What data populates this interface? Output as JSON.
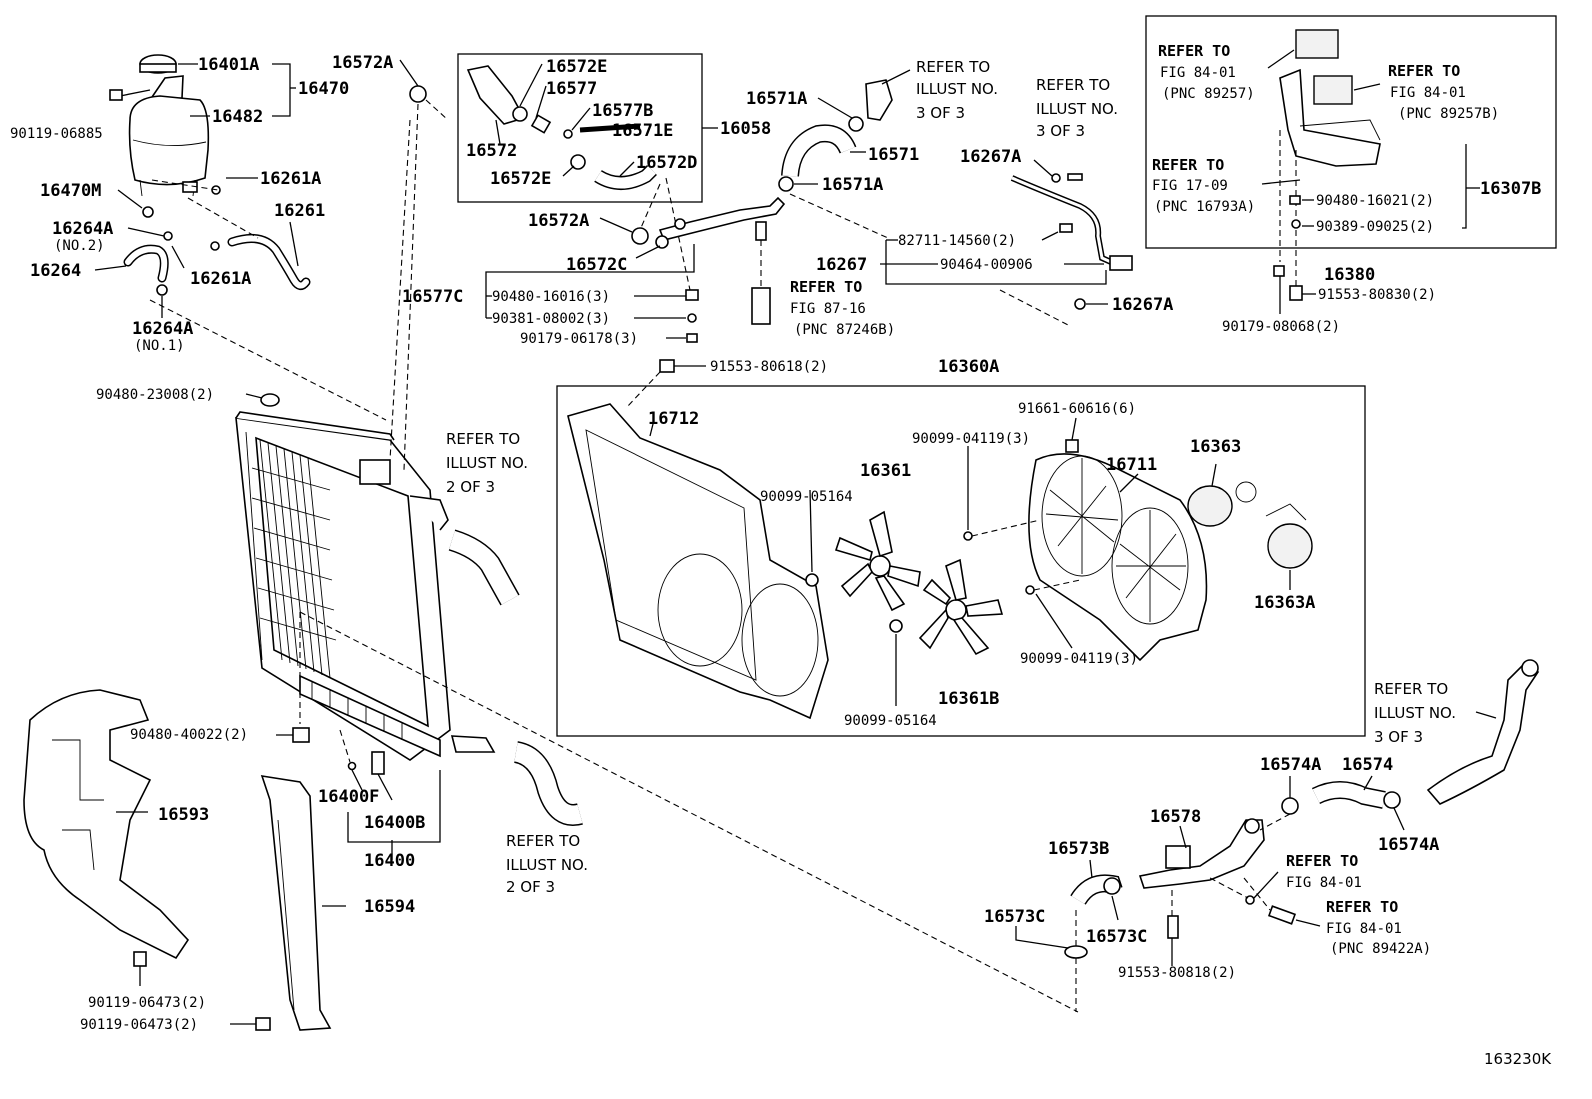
{
  "diagram_id": "163230K",
  "parts": {
    "p16401A": "16401A",
    "p16470": "16470",
    "p16482": "16482",
    "p90119_06885": "90119-06885",
    "p16261A_top": "16261A",
    "p16470M": "16470M",
    "p16264A_no2": "16264A",
    "no2": "(NO.2)",
    "p16264": "16264",
    "p16261A_mid": "16261A",
    "p16261": "16261",
    "p16264A_no1": "16264A",
    "no1": "(NO.1)",
    "p16572A_top": "16572A",
    "p16572E_top": "16572E",
    "p16577": "16577",
    "p16577B": "16577B",
    "p16571E": "16571E",
    "p16058": "16058",
    "p16572": "16572",
    "p16572E_bot": "16572E",
    "p16572D": "16572D",
    "p16572A_mid": "16572A",
    "p16572C": "16572C",
    "p16577C": "16577C",
    "p90480_16016": "90480-16016(3)",
    "p90381_08002": "90381-08002(3)",
    "p90179_06178": "90179-06178(3)",
    "p16571A_top": "16571A",
    "p16571": "16571",
    "p16571A_bot": "16571A",
    "p16267A_top": "16267A",
    "p16267": "16267",
    "p82711_14560": "82711-14560(2)",
    "p90464_00906": "90464-00906",
    "p16267A_bot": "16267A",
    "p16307B": "16307B",
    "p90480_16021": "90480-16021(2)",
    "p90389_09025": "90389-09025(2)",
    "p16380": "16380",
    "p91553_80830": "91553-80830(2)",
    "p90179_08068": "90179-08068(2)",
    "p91553_80618": "91553-80618(2)",
    "p16360A": "16360A",
    "p90480_23008": "90480-23008(2)",
    "p16712": "16712",
    "p91661_60616": "91661-60616(6)",
    "p90099_04119_top": "90099-04119(3)",
    "p16711": "16711",
    "p16363": "16363",
    "p16361": "16361",
    "p90099_05164_top": "90099-05164",
    "p16363A": "16363A",
    "p90099_04119_bot": "90099-04119(3)",
    "p16361B": "16361B",
    "p90099_05164_bot": "90099-05164",
    "p90480_40022": "90480-40022(2)",
    "p16400F": "16400F",
    "p16400B": "16400B",
    "p16400": "16400",
    "p16593": "16593",
    "p16594": "16594",
    "p90119_06473_a": "90119-06473(2)",
    "p90119_06473_b": "90119-06473(2)",
    "p16574A_left": "16574A",
    "p16574": "16574",
    "p16574A_right": "16574A",
    "p16578": "16578",
    "p16573B": "16573B",
    "p16573C_left": "16573C",
    "p16573C_right": "16573C",
    "p91553_80818": "91553-80818(2)"
  },
  "refs": {
    "r1_1": "REFER TO",
    "r1_2": "ILLUST NO.",
    "r1_3": "3 OF 3",
    "r2_1": "REFER TO",
    "r2_2": "ILLUST NO.",
    "r2_3": "3 OF 3",
    "r3_1": "REFER TO",
    "r3_2": "FIG 84-01",
    "r3_3": "(PNC 89257)",
    "r4_1": "REFER TO",
    "r4_2": "FIG 84-01",
    "r4_3": "(PNC 89257B)",
    "r5_1": "REFER TO",
    "r5_2": "FIG 17-09",
    "r5_3": "(PNC 16793A)",
    "r6_1": "REFER TO",
    "r6_2": "FIG 87-16",
    "r6_3": "(PNC 87246B)",
    "r7_1": "REFER TO",
    "r7_2": "ILLUST NO.",
    "r7_3": "2 OF 3",
    "r8_1": "REFER TO",
    "r8_2": "ILLUST NO.",
    "r8_3": "2 OF 3",
    "r9_1": "REFER TO",
    "r9_2": "ILLUST NO.",
    "r9_3": "3 OF 3",
    "r10_1": "REFER TO",
    "r10_2": "FIG 84-01",
    "r11_1": "REFER TO",
    "r11_2": "FIG 84-01",
    "r11_3": "(PNC 89422A)"
  }
}
